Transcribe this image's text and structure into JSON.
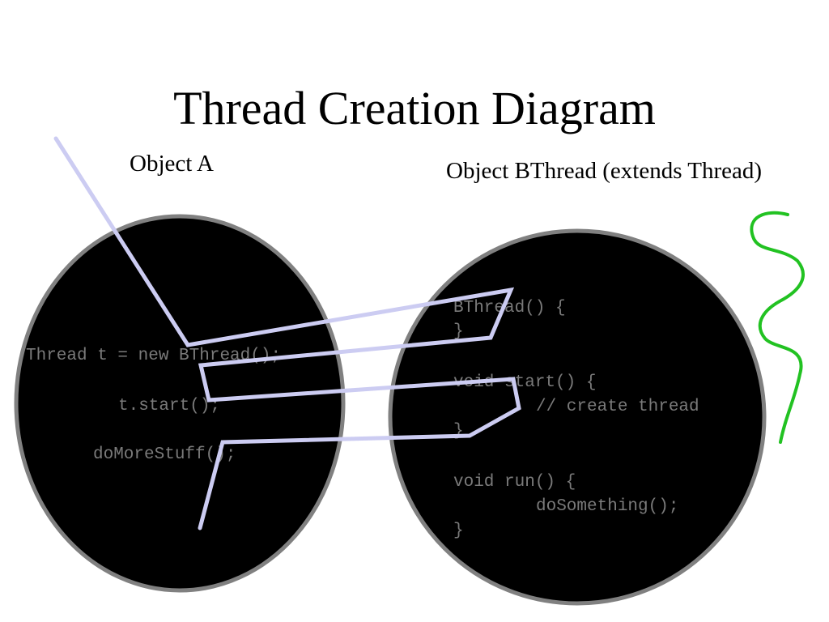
{
  "title": "Thread Creation Diagram",
  "object_a": {
    "label": "Object A",
    "code": [
      "Thread t = new BThread();",
      "t.start();",
      "doMoreStuff();"
    ]
  },
  "object_b": {
    "label": "Object BThread (extends Thread)",
    "code": [
      "BThread() {",
      "}",
      "void start() {",
      "// create thread",
      "}",
      "void run() {",
      "doSomething();",
      "}"
    ]
  },
  "colors": {
    "circle_fill": "#000000",
    "circle_border": "#808080",
    "code_text": "#7a7a7a",
    "flow_line": "#ccccf2",
    "thread_squiggle": "#22c222"
  }
}
